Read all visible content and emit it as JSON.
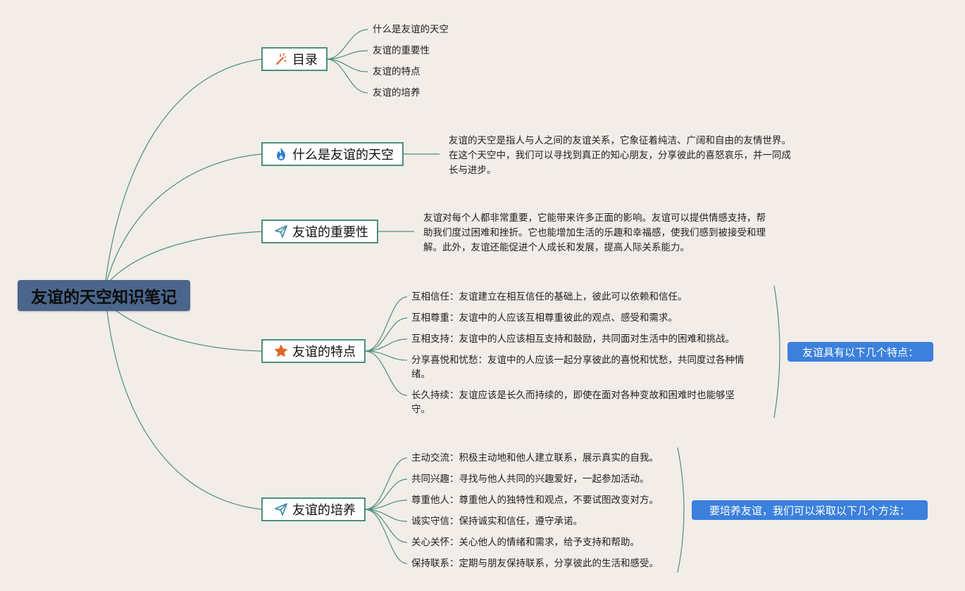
{
  "root": {
    "title": "友谊的天空知识笔记"
  },
  "branches": {
    "toc": {
      "label": "目录",
      "icon": "magic-wand-icon",
      "items": [
        "什么是友谊的天空",
        "友谊的重要性",
        "友谊的特点",
        "友谊的培养"
      ]
    },
    "what": {
      "label": "什么是友谊的天空",
      "icon": "flame-icon",
      "text": "友谊的天空是指人与人之间的友谊关系，它象征着纯洁、广阔和自由的友情世界。在这个天空中，我们可以寻找到真正的知心朋友，分享彼此的喜怒哀乐，并一同成长与进步。"
    },
    "importance": {
      "label": "友谊的重要性",
      "icon": "paper-plane-icon",
      "text": "友谊对每个人都非常重要，它能带来许多正面的影响。友谊可以提供情感支持，帮助我们度过困难和挫折。它也能增加生活的乐趣和幸福感，使我们感到被接受和理解。此外，友谊还能促进个人成长和发展，提高人际关系能力。"
    },
    "traits": {
      "label": "友谊的特点",
      "icon": "star-icon",
      "items": [
        "互相信任：友谊建立在相互信任的基础上，彼此可以依赖和信任。",
        "互相尊重：友谊中的人应该互相尊重彼此的观点、感受和需求。",
        "互相支持：友谊中的人应该相互支持和鼓励，共同面对生活中的困难和挑战。",
        "分享喜悦和忧愁：友谊中的人应该一起分享彼此的喜悦和忧愁，共同度过各种情绪。",
        "长久持续：友谊应该是长久而持续的，即使在面对各种变故和困难时也能够坚守。"
      ],
      "summary": "友谊具有以下几个特点："
    },
    "cultivate": {
      "label": "友谊的培养",
      "icon": "paper-plane-icon",
      "items": [
        "主动交流：积极主动地和他人建立联系，展示真实的自我。",
        "共同兴趣：寻找与他人共同的兴趣爱好，一起参加活动。",
        "尊重他人：尊重他人的独特性和观点，不要试图改变对方。",
        "诚实守信：保持诚实和信任，遵守承诺。",
        "关心关怀：关心他人的情绪和需求，给予支持和帮助。",
        "保持联系：定期与朋友保持联系，分享彼此的生活和感受。"
      ],
      "summary": "要培养友谊，我们可以采取以下几个方法："
    }
  },
  "colors": {
    "background": "#f2ede8",
    "root_fill": "#4a668c",
    "line": "#4d8f7c",
    "callout": "#3b80dc",
    "icon_orange": "#e0662a",
    "icon_blue": "#2f7fd1",
    "icon_teal": "#3d8aa5"
  }
}
